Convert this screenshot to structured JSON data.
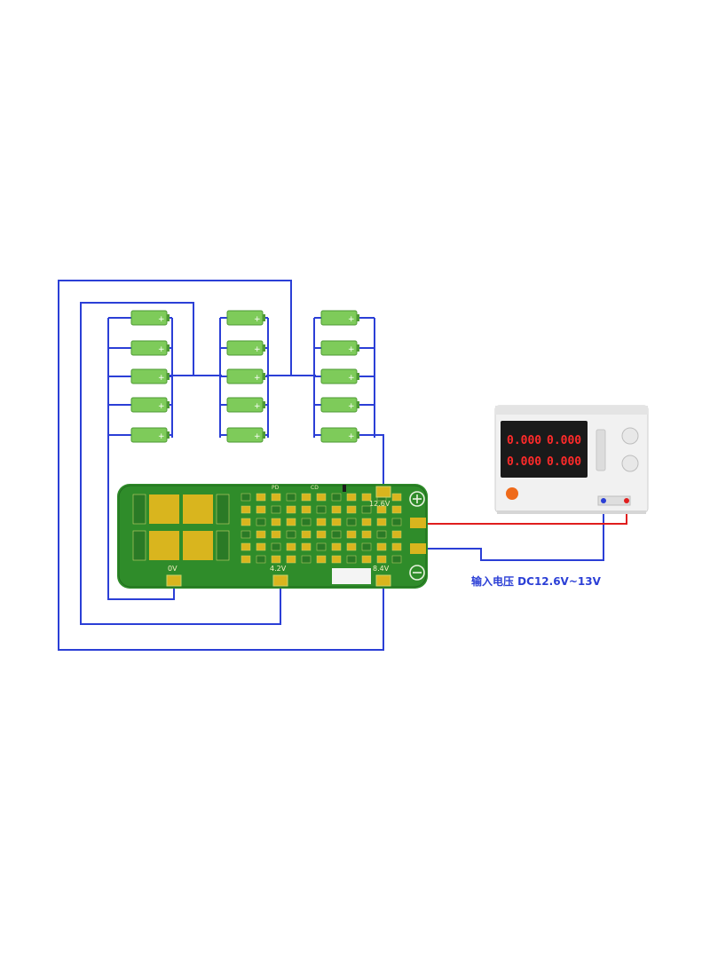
{
  "board": {
    "pad_0v": "0V",
    "pad_4v2": "4.2V",
    "pad_8v4": "8.4V",
    "pad_12v6": "12.6V",
    "marker_pd": "PD",
    "marker_cd": "CD"
  },
  "power_supply": {
    "display_row1_left": "0.000",
    "display_row1_right": "0.000",
    "display_row2_left": "0.000",
    "display_row2_right": "0.000"
  },
  "caption": "输入电压 DC12.6V~13V",
  "colors": {
    "wire_blue": "#2b3fd6",
    "wire_red": "#e01e1e",
    "pcb_green": "#2f8c2a",
    "battery_green": "#7ecb5a"
  },
  "battery_groups": [
    {
      "group": "group-1",
      "cells": 5
    },
    {
      "group": "group-2",
      "cells": 5
    },
    {
      "group": "group-3",
      "cells": 5
    }
  ]
}
